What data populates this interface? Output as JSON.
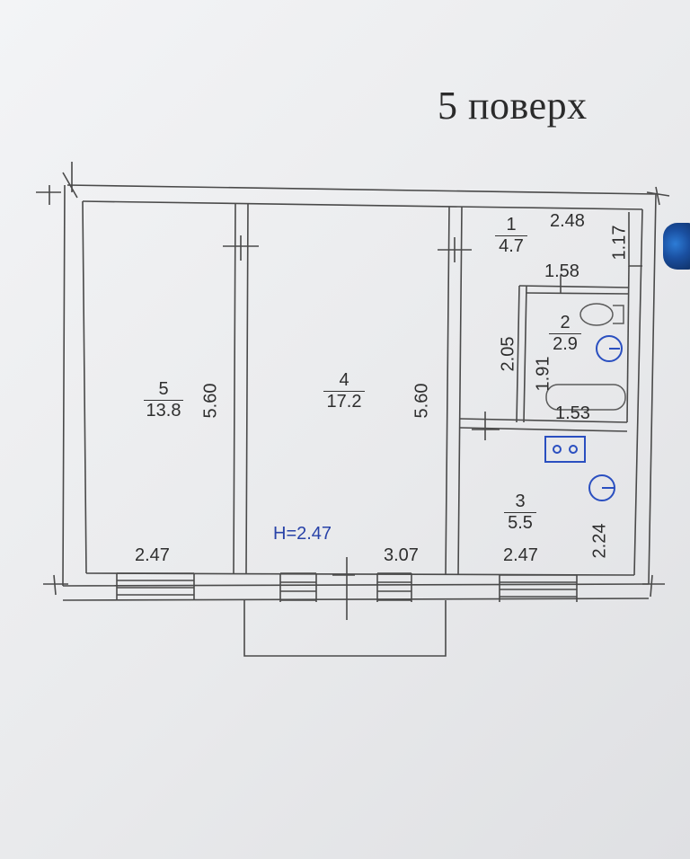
{
  "title": "5 поверх",
  "ceiling_height": "H=2.47",
  "rooms": [
    {
      "id": "1",
      "area": "4.7"
    },
    {
      "id": "2",
      "area": "2.9"
    },
    {
      "id": "3",
      "area": "5.5"
    },
    {
      "id": "4",
      "area": "17.2"
    },
    {
      "id": "5",
      "area": "13.8"
    }
  ],
  "dimensions": {
    "room5_height": "5.60",
    "room4_height": "5.60",
    "room5_width": "2.47",
    "room4_width": "3.07",
    "room3_width": "2.47",
    "room3_height": "2.24",
    "room1_width": "2.48",
    "room1_depth": "1.17",
    "room1_height": "2.05",
    "room2_width_top": "1.58",
    "room2_width_bottom": "1.53",
    "room2_height": "1.91"
  },
  "colors": {
    "line": "#4a4a4a",
    "fixture_blue": "#2a4fc0",
    "paper": "#eceded"
  }
}
